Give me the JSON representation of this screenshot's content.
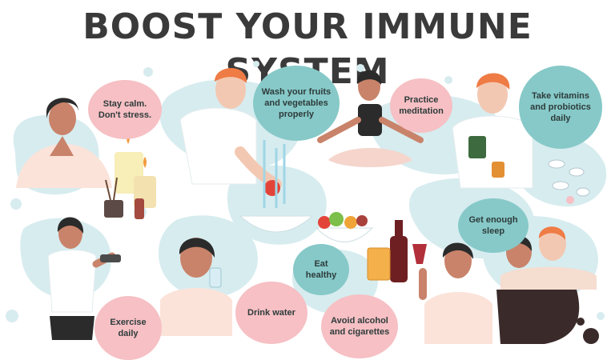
{
  "title": "BOOST YOUR IMMUNE SYSTEM",
  "colors": {
    "pink": "#f6c0c4",
    "teal": "#86c9c8",
    "light_blob": "#d7ecef",
    "title": "#3a3a3a"
  },
  "tips": [
    {
      "text": "Stay calm. Don't stress.",
      "color": "pink"
    },
    {
      "text": "Wash your fruits and vegetables properly",
      "color": "teal"
    },
    {
      "text": "Practice meditation",
      "color": "pink"
    },
    {
      "text": "Take vitamins and probiotics daily",
      "color": "teal"
    },
    {
      "text": "Get enough sleep",
      "color": "teal"
    },
    {
      "text": "Eat healthy",
      "color": "teal"
    },
    {
      "text": "Exercise daily",
      "color": "pink"
    },
    {
      "text": "Drink water",
      "color": "pink"
    },
    {
      "text": "Avoid alcohol and cigarettes",
      "color": "pink"
    }
  ]
}
